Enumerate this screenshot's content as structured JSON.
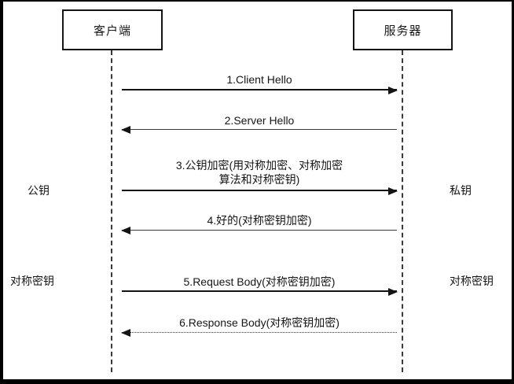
{
  "actors": [
    {
      "name": "客户端"
    },
    {
      "name": "服务器"
    }
  ],
  "messages": [
    {
      "label": "1.Client Hello",
      "direction": "right",
      "line_style": "solid"
    },
    {
      "label": "2.Server Hello",
      "direction": "left",
      "line_style": "solid"
    },
    {
      "label": "3.公钥加密(用对称加密、对称加密\n算法和对称密钥)",
      "direction": "right",
      "line_style": "solid"
    },
    {
      "label": "4.好的(对称密钥加密)",
      "direction": "left",
      "line_style": "solid"
    },
    {
      "label": "5.Request Body(对称密钥加密)",
      "direction": "right",
      "line_style": "solid"
    },
    {
      "label": "6.Response Body(对称密钥加密)",
      "direction": "left",
      "line_style": "dotted"
    }
  ],
  "side_labels": {
    "client_key": "公钥",
    "server_key": "私钥",
    "client_sym_key": "对称密钥",
    "server_sym_key": "对称密钥"
  },
  "colors": {
    "background": "#ffffff",
    "line": "#141414",
    "frame": "#000000"
  }
}
